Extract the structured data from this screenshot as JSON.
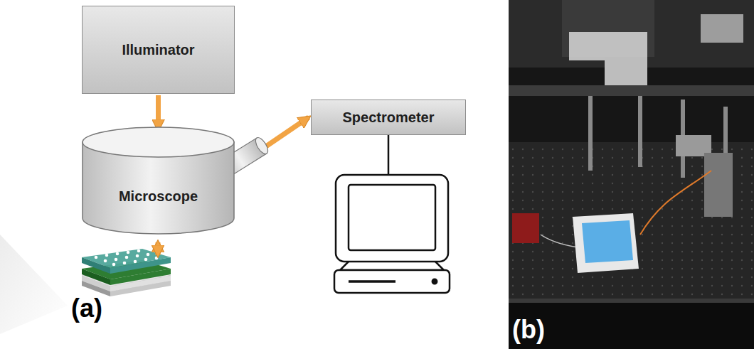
{
  "diagram": {
    "nodes": [
      {
        "text": [
          "Illuminator"
        ]
      },
      {
        "text": [
          "Microscope"
        ]
      },
      {
        "text": [
          "Spectrometer"
        ]
      }
    ],
    "edges": [
      {
        "from": 0,
        "to": 1,
        "arrow": "to"
      },
      {
        "from": 1,
        "to": 2,
        "arrow": "to"
      }
    ],
    "labels": [
      "(a)",
      "(b)"
    ]
  }
}
